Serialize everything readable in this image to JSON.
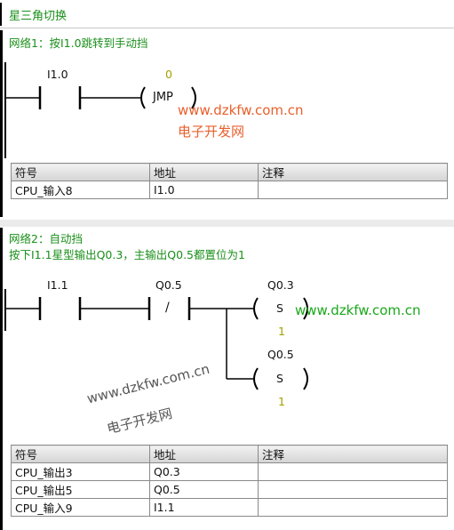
{
  "section_title": "星三角切换",
  "networks": [
    {
      "title": "网络1：按I1.0跳转到手动挡",
      "contact": {
        "address": "I1.0"
      },
      "jump": {
        "label": "JMP",
        "target": "0"
      },
      "symbol_table": {
        "headers": [
          "符号",
          "地址",
          "注释"
        ],
        "rows": [
          [
            "CPU_输入8",
            "I1.0",
            ""
          ]
        ]
      }
    },
    {
      "title": "网络2：自动挡",
      "comment": "按下I1.1星型输出Q0.3，主输出Q0.5都置位为1",
      "contact1": {
        "address": "I1.1"
      },
      "contact2": {
        "address": "Q0.5",
        "symbol": "/"
      },
      "coil1": {
        "address": "Q0.3",
        "type": "S",
        "count": "1"
      },
      "coil2": {
        "address": "Q0.5",
        "type": "S",
        "count": "1"
      },
      "symbol_table": {
        "headers": [
          "符号",
          "地址",
          "注释"
        ],
        "rows": [
          [
            "CPU_输出3",
            "Q0.3",
            ""
          ],
          [
            "CPU_输出5",
            "Q0.5",
            ""
          ],
          [
            "CPU_输入9",
            "I1.1",
            ""
          ]
        ]
      }
    }
  ],
  "watermarks": {
    "url": "www.dzkfw.com.cn",
    "name": "电子开发网"
  },
  "colors": {
    "header_text": "#1a8f1a",
    "watermark": "#e8602c"
  }
}
